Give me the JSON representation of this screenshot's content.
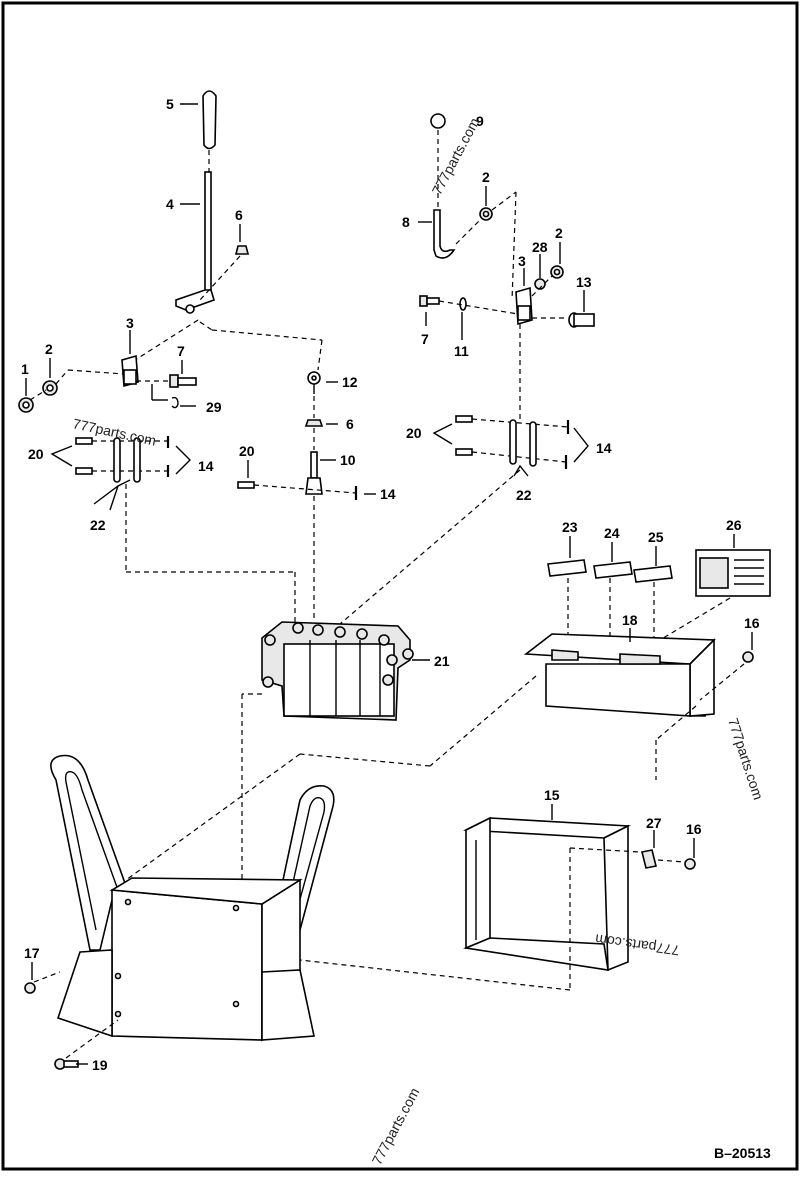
{
  "diagram": {
    "callouts": {
      "c1": "1",
      "c2a": "2",
      "c2b": "2",
      "c2c": "2",
      "c3a": "3",
      "c3b": "3",
      "c4": "4",
      "c5": "5",
      "c6a": "6",
      "c6b": "6",
      "c7a": "7",
      "c7b": "7",
      "c8": "8",
      "c9": "9",
      "c10": "10",
      "c11": "11",
      "c12": "12",
      "c13": "13",
      "c14a": "14",
      "c14b": "14",
      "c14c": "14",
      "c15": "15",
      "c16a": "16",
      "c16b": "16",
      "c17": "17",
      "c18": "18",
      "c19": "19",
      "c20a": "20",
      "c20b": "20",
      "c20c": "20",
      "c21": "21",
      "c22a": "22",
      "c22b": "22",
      "c23": "23",
      "c24": "24",
      "c25": "25",
      "c26": "26",
      "c27": "27",
      "c28": "28",
      "c29": "29"
    },
    "watermarks": {
      "w1": "777parts.com",
      "w2": "777parts.com",
      "w3": "777parts.com",
      "w4": "777parts.com",
      "w5": "777parts.com"
    },
    "document_number": "B–20513"
  }
}
